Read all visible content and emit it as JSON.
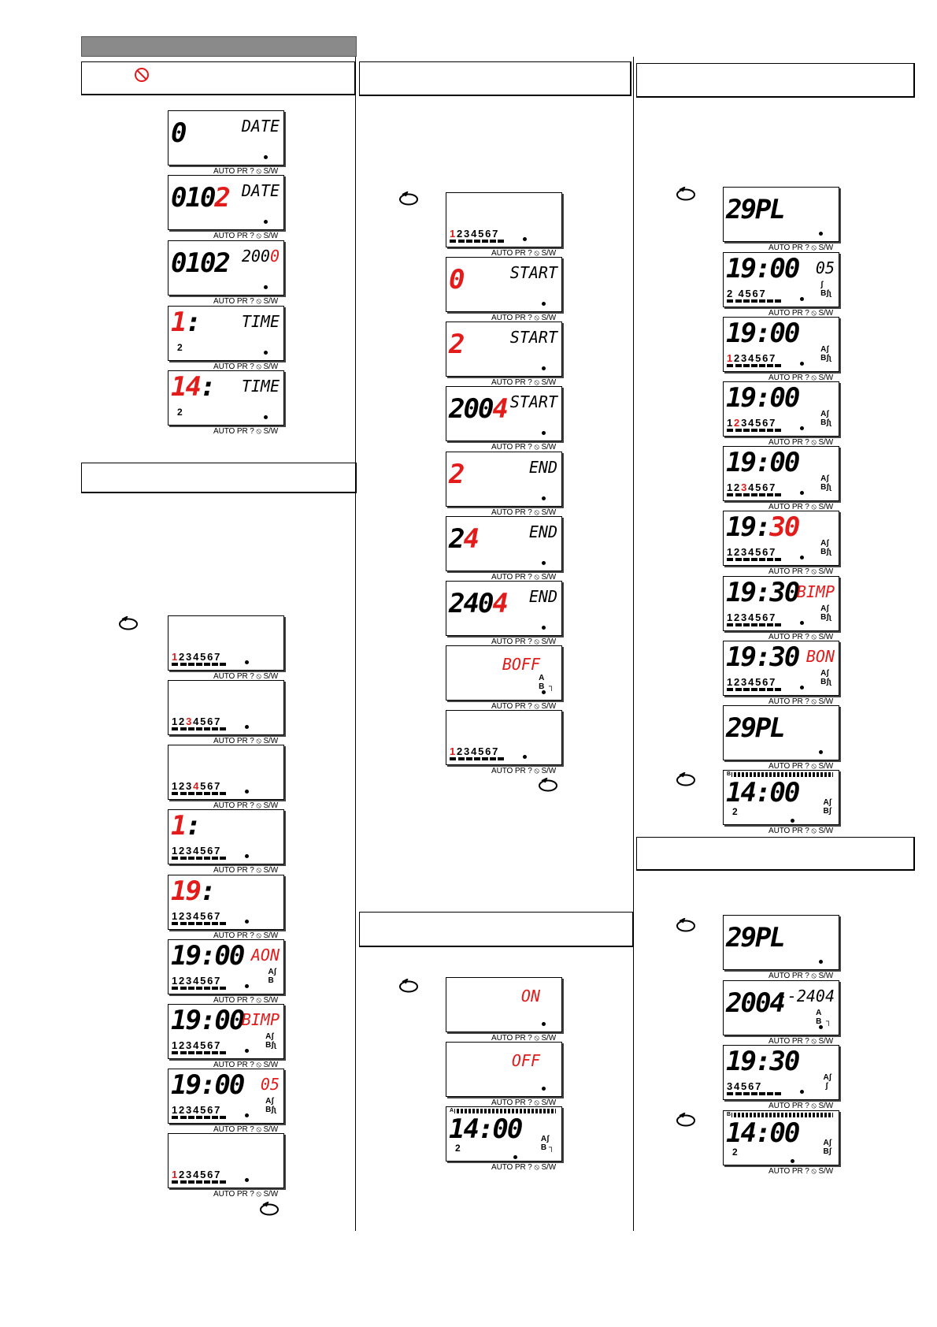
{
  "status_text": "AUTO PR ? ⦸ S/W",
  "icons": {
    "cancel": "no-symbol-icon",
    "cycle": "circular-arrow-icon"
  },
  "colors": {
    "highlight": "#e21b1b",
    "header_bar": "#8a8a8a"
  },
  "col1": {
    "screens": [
      {
        "main": "0",
        "aux": "DATE"
      },
      {
        "main_black": "010",
        "main_red": "2",
        "aux": "DATE"
      },
      {
        "main": "0102",
        "aux_black": "200",
        "aux_red": "0"
      },
      {
        "main_red": "1",
        "main_black": ":",
        "aux": "TIME",
        "day": "2"
      },
      {
        "main_red": "14",
        "main_black": ":",
        "aux": "TIME",
        "day": "2"
      }
    ],
    "prog_screens": [
      {
        "days_red": "1",
        "days": "234567"
      },
      {
        "days_pre": "12",
        "days_red": "3",
        "days": "4567"
      },
      {
        "days_pre": "123",
        "days_red": "4",
        "days": "567"
      },
      {
        "main_red": "1",
        "main_black": ":",
        "days": "1234567"
      },
      {
        "main_red": "19",
        "main_black": ":",
        "days": "1234567"
      },
      {
        "main": "19:00",
        "aux_red": "AON",
        "days": "1234567",
        "ab": "Aʃ\nB"
      },
      {
        "main": "19:00",
        "aux_red": "BIMP",
        "days": "1234567",
        "ab": "Aʃ\nBʃʅ"
      },
      {
        "main": "19:00",
        "aux_red": "05",
        "days": "1234567",
        "ab": "Aʃ\nBʃʅ"
      },
      {
        "days_red": "1",
        "days": "234567"
      }
    ]
  },
  "col2": {
    "screens": [
      {
        "days_red": "1",
        "days": "234567"
      },
      {
        "main_red": "0",
        "aux": "START"
      },
      {
        "main_red": "2",
        "aux": "START"
      },
      {
        "main_black": "200",
        "main_red": "4",
        "aux": "START"
      },
      {
        "main_red": "2",
        "aux": "END"
      },
      {
        "main_black": "2",
        "main_red": "4",
        "aux": "END"
      },
      {
        "main_black": "240",
        "main_red": "4",
        "aux": "END"
      },
      {
        "aux_red": "BOFF",
        "ab": "A\nB  ┐"
      },
      {
        "days_red": "1",
        "days": "234567"
      }
    ],
    "on_off": [
      {
        "aux_red": "ON"
      },
      {
        "aux_red": "OFF"
      },
      {
        "tag": "A",
        "main": "14:00",
        "day": "2",
        "ab": "Aʃ\nB ┐"
      }
    ]
  },
  "col3": {
    "screens": [
      {
        "main": "29PL"
      },
      {
        "main": "19:00",
        "aux": "05",
        "days": "2 4567",
        "ab": "ʃ\nBʃʅ"
      },
      {
        "main": "19:00",
        "days_red": "1",
        "days": "234567",
        "ab": "Aʃ\nBʃʅ"
      },
      {
        "main": "19:00",
        "days_pre": "1",
        "days_red": "2",
        "days": "34567",
        "ab": "Aʃ\nBʃʅ"
      },
      {
        "main": "19:00",
        "days_pre": "12",
        "days_red": "3",
        "days": "4567",
        "ab": "Aʃ\nBʃʅ"
      },
      {
        "main_black": "19:",
        "main_red": "30",
        "days": "1234567",
        "ab": "Aʃ\nBʃʅ"
      },
      {
        "main": "19:30",
        "aux_red": "BIMP",
        "days": "1234567",
        "ab": "Aʃ\nBʃʅ"
      },
      {
        "main": "19:30",
        "aux_red": "BON",
        "days": "1234567",
        "ab": "Aʃ\nBʃʅ"
      },
      {
        "main": "29PL"
      },
      {
        "tag": "B",
        "main": "14:00",
        "day": "2",
        "ab": "Aʃ\nBʃ"
      }
    ],
    "review": [
      {
        "main": "29PL"
      },
      {
        "main": "2004",
        "aux": "--2404",
        "ab": "A\nB  ┐"
      },
      {
        "main": "19:30",
        "days": "34567",
        "ab": "Aʃ\n ʃ"
      },
      {
        "tag": "B",
        "main": "14:00",
        "day": "2",
        "ab": "Aʃ\nBʃ"
      }
    ]
  }
}
